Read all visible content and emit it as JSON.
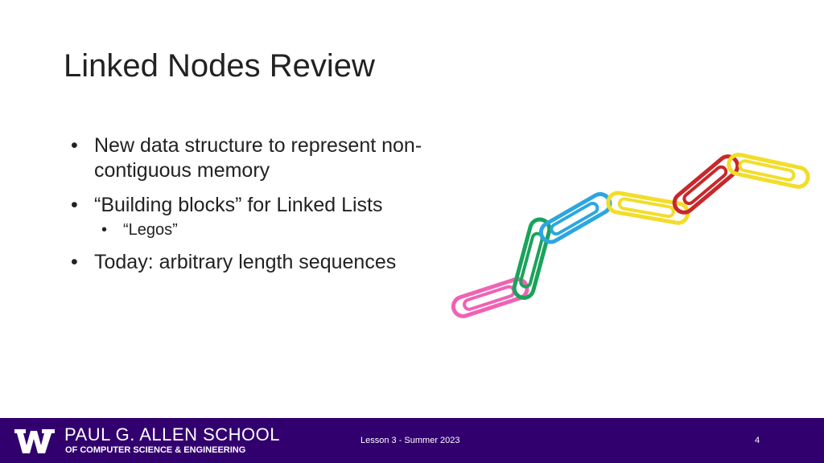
{
  "slide": {
    "title": "Linked Nodes Review",
    "bullets": [
      "New data structure to represent non-contiguous memory",
      "“Building blocks” for Linked Lists",
      "Today: arbitrary length sequences"
    ],
    "sub_bullets": [
      "“Legos”"
    ]
  },
  "footer": {
    "school_name": "PAUL G. ALLEN SCHOOL",
    "school_subtitle": "OF COMPUTER SCIENCE & ENGINEERING",
    "center_text": "Lesson 3 - Summer 2023",
    "page_number": "4"
  },
  "colors": {
    "footer_bg": "#32006e",
    "clip_pink": "#f062b4",
    "clip_green": "#1aa35b",
    "clip_blue": "#2ba6e0",
    "clip_yellow": "#f2dd2a",
    "clip_red": "#c8282b"
  },
  "icons": {
    "logo": "uw-w-logo",
    "image": "paperclip-chain-image"
  }
}
